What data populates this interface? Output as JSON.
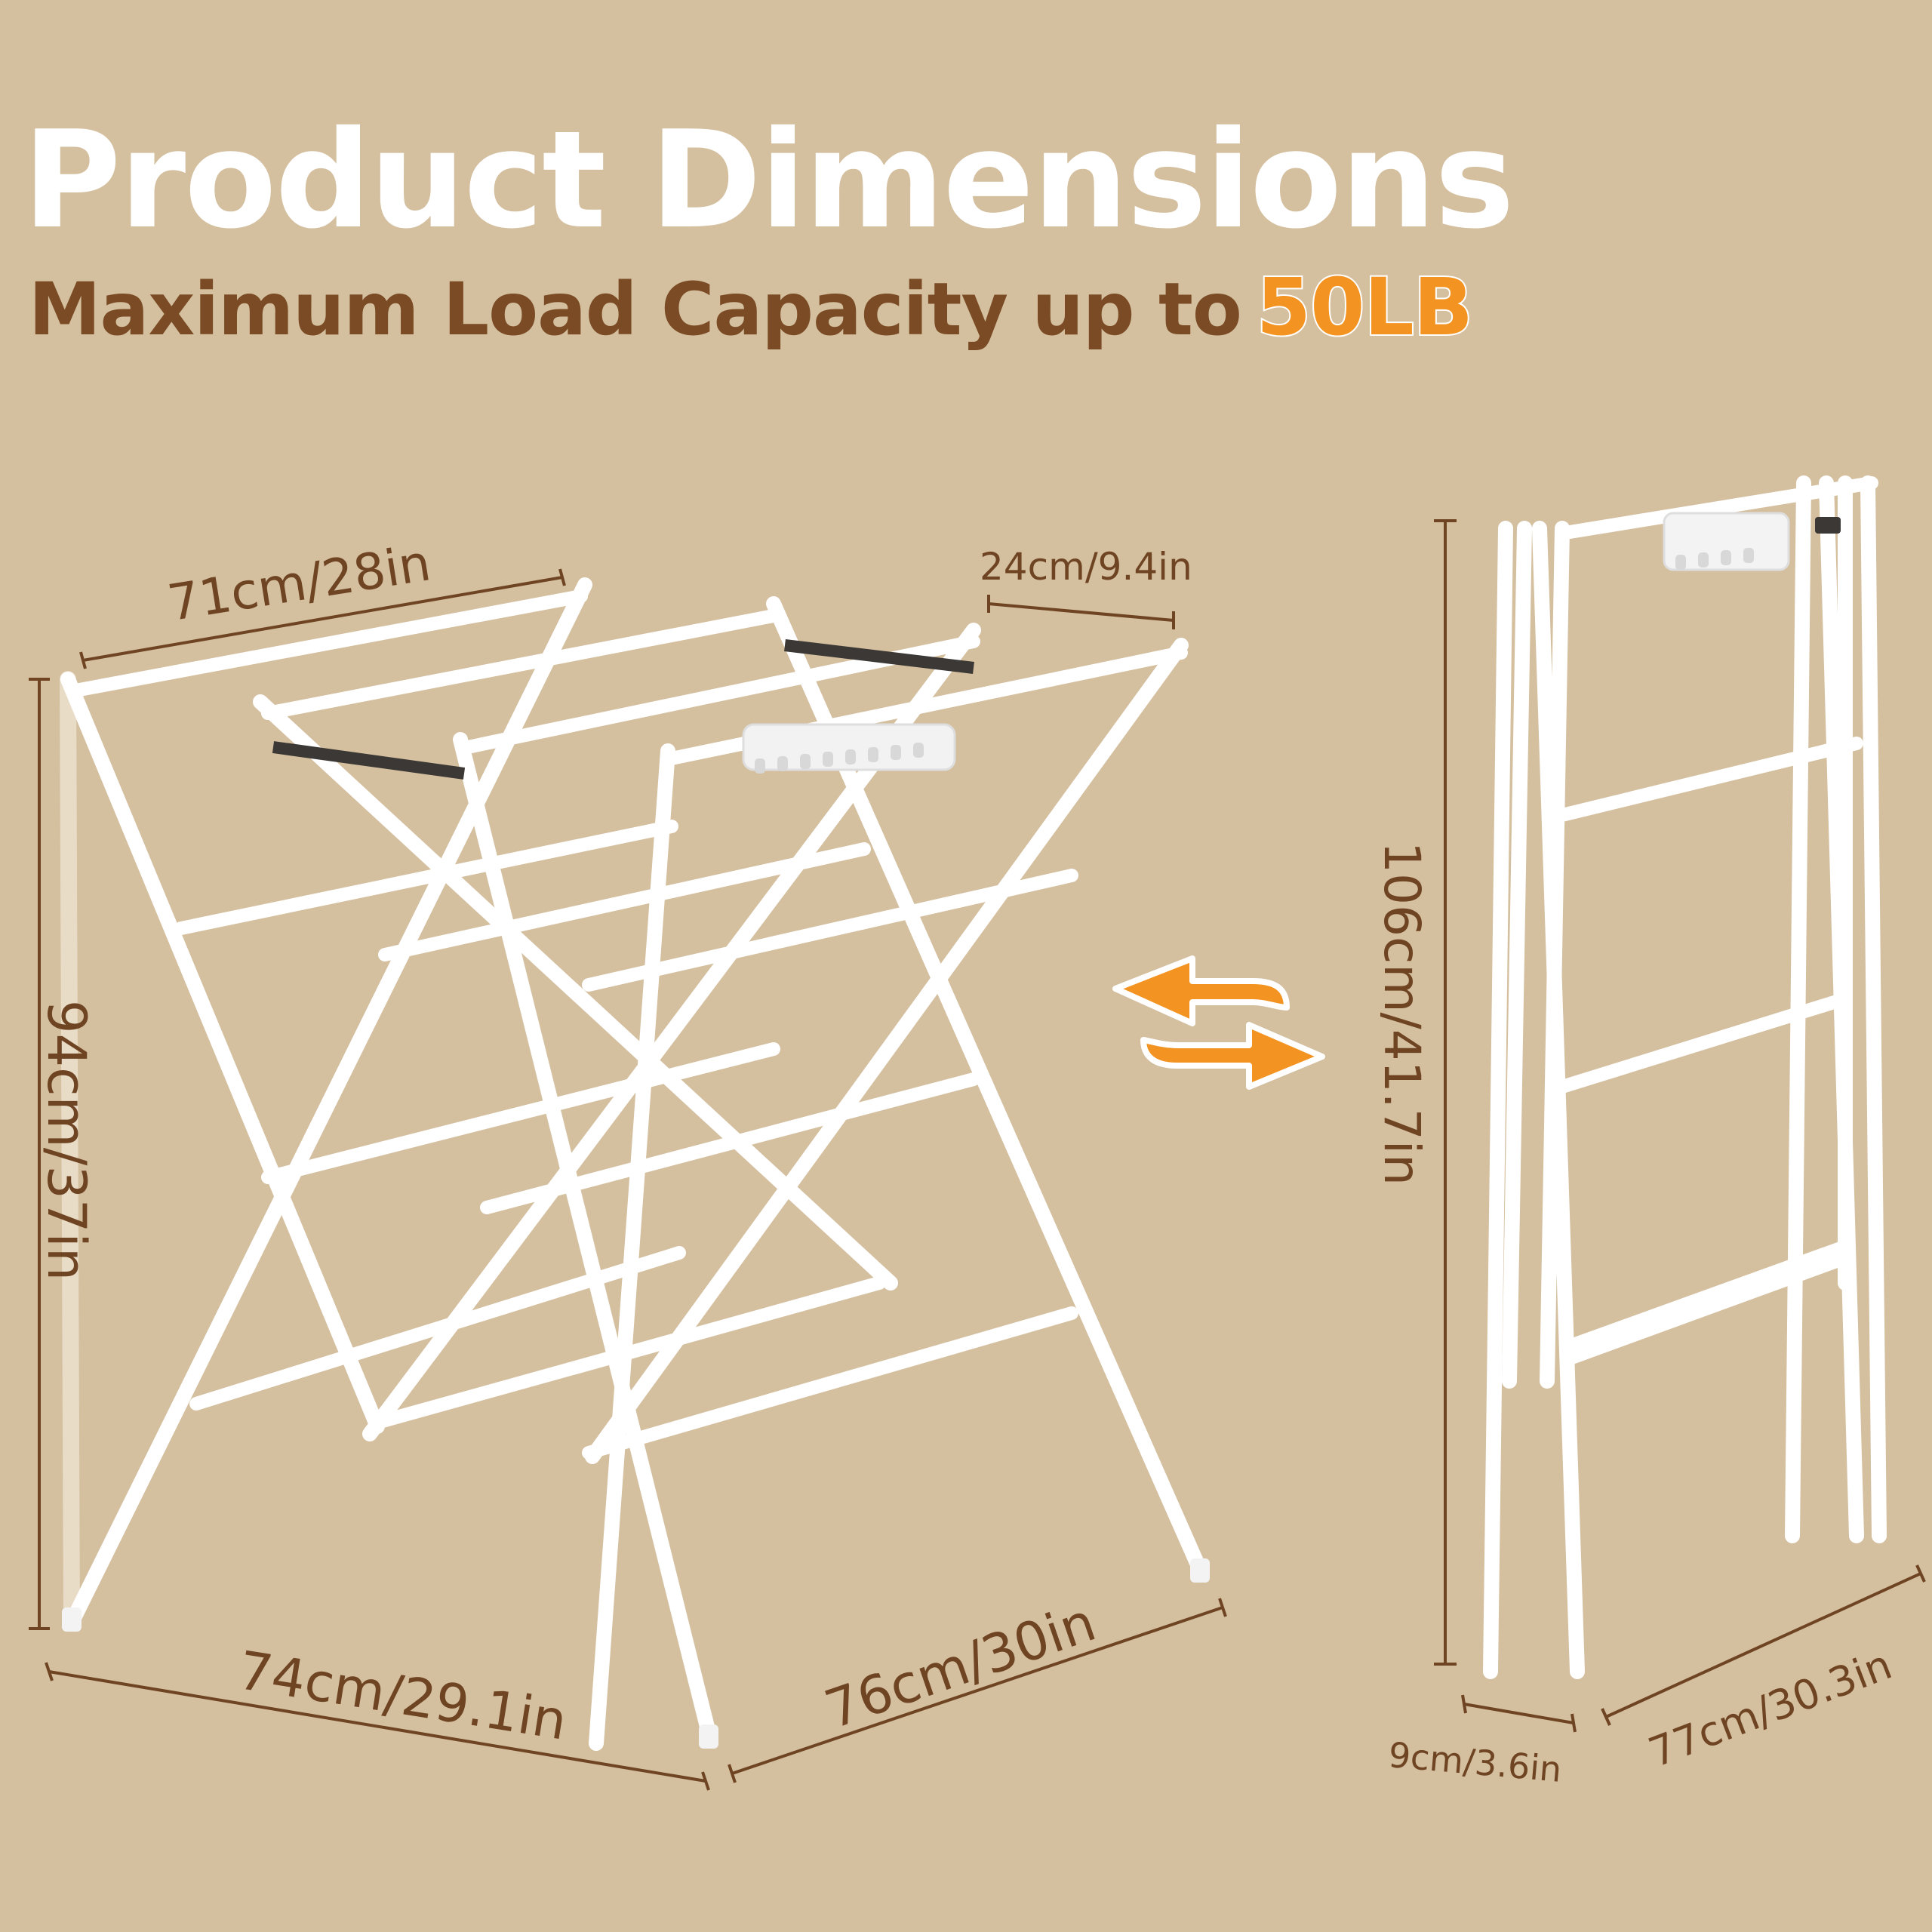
{
  "title": "Product Dimensions",
  "subtitle": {
    "text": "Maximum Load Capacity up to",
    "highlight": "50LB"
  },
  "expanded": {
    "top_length": "71cm/28in",
    "top_width": "24cm/9.4in",
    "height": "94cm/37in",
    "bottom_length": "74cm/29.1in",
    "bottom_width": "76cm/30in"
  },
  "folded": {
    "height": "106cm/41.7in",
    "thickness": "9cm/3.6in",
    "depth": "77cm/30.3in"
  },
  "colors": {
    "background": "#d4bf9f",
    "title": "#ffffff",
    "subtitle": "#7a4b24",
    "highlight": "#f39422",
    "dimension_text": "#6e4423",
    "rack": "#ffffff"
  },
  "icons": [
    "fold-arrows-icon"
  ]
}
